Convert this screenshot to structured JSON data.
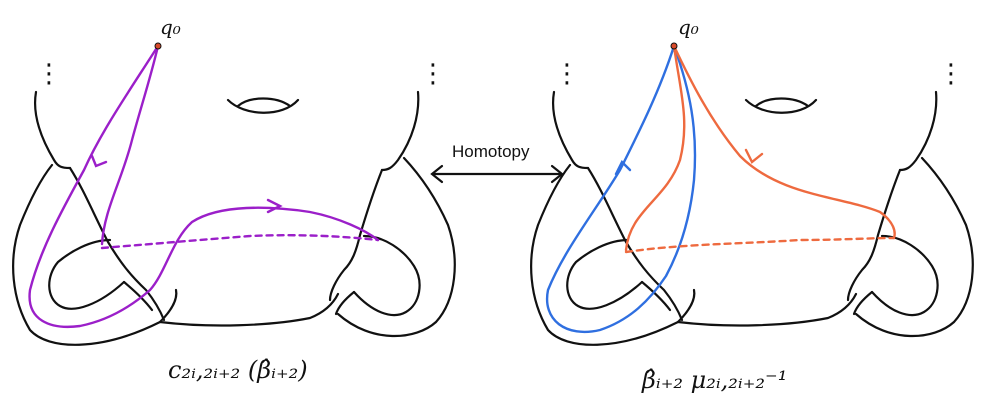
{
  "base_point_left": "q₀",
  "base_point_right": "q₀",
  "homotopy_label": "Homotopy",
  "caption_left": "c₂ᵢ,₂ᵢ₊₂ (β̂ᵢ₊₂)",
  "caption_right": "β̂ᵢ₊₂ μ₂ᵢ,₂ᵢ₊₂⁻¹",
  "ellipsis_mark": "⋮",
  "colors": {
    "ink": "#111111",
    "left_loop": "#9b1fc9",
    "right_blue": "#2f6fe0",
    "right_orange": "#ee6a3f"
  }
}
